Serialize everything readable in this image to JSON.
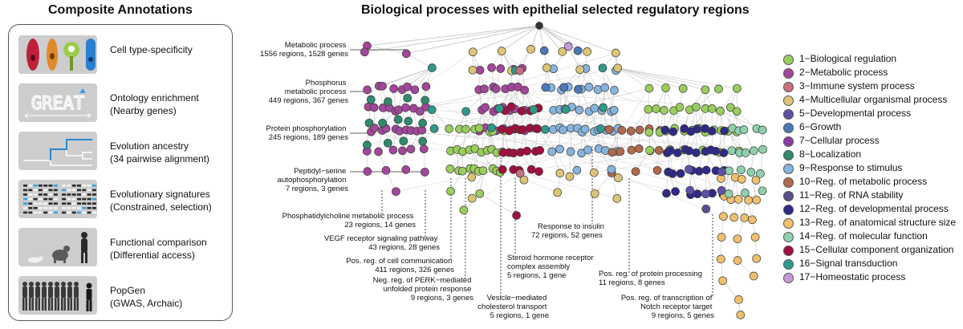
{
  "left_panel": {
    "title": "Composite Annotations",
    "rows": [
      {
        "line1": "Cell type-specificity",
        "line2": ""
      },
      {
        "line1": "Ontology enrichment",
        "line2": "(Nearby genes)"
      },
      {
        "line1": "Evolution ancestry",
        "line2": "(34 pairwise alignment)"
      },
      {
        "line1": "Evolutionary signatures",
        "line2": "(Constrained, selection)"
      },
      {
        "line1": "Functional comparison",
        "line2": "(Differential access)"
      },
      {
        "line1": "PopGen",
        "line2": "(GWAS, Archaic)"
      }
    ],
    "great_logo": "GREAT"
  },
  "right_panel": {
    "title": "Biological processes with epithelial selected regulatory regions"
  },
  "annotations": {
    "metabolic": [
      "Metabolic process",
      "1556 regions, 1528 genes"
    ],
    "phosphorus": [
      "Phosphorus",
      "metabolic process",
      "449 regions, 367 genes"
    ],
    "protein_phos": [
      "Protein phosphorylation",
      "245 regions, 189 genes"
    ],
    "peptidyl": [
      "Peptidyl−serine",
      "autophosphorylation",
      "7 regions, 3 genes"
    ],
    "phosphatidylcholine": [
      "Phosphatidylcholine metabolic process",
      "23 regions, 14 genes"
    ],
    "vegf": [
      "VEGF receptor signaling pathway",
      "43 regions, 28 genes"
    ],
    "cell_comm": [
      "Pos. reg. of cell communication",
      "411 regions, 326 genes"
    ],
    "perk": [
      "Neg. reg. of PERK−mediated",
      "unfolded protein response",
      "9 regions, 3 genes"
    ],
    "vesicle": [
      "Vesicle−mediated",
      "cholesterol transport",
      "5 regions, 1 gene"
    ],
    "steroid": [
      "Steroid hormone receptor",
      "complex assembly",
      "5 regions, 1 gene"
    ],
    "insulin": [
      "Response to insulin",
      "72  regions, 52 genes"
    ],
    "protein_proc": [
      "Pos. reg. of protein processing",
      "11 regions, 8 genes"
    ],
    "notch": [
      "Pos. reg. of transcription of",
      "Notch receptor target",
      "9 regions, 5 genes"
    ]
  },
  "legend": [
    {
      "label": "1−Biological regulation",
      "color": "#9acd5e"
    },
    {
      "label": "2−Metabolic process",
      "color": "#a2479a"
    },
    {
      "label": "3−Immune system process",
      "color": "#c9707e"
    },
    {
      "label": "4−Multicellular organismal process",
      "color": "#dcc477"
    },
    {
      "label": "5−Developmental process",
      "color": "#5e51a3"
    },
    {
      "label": "6−Growth",
      "color": "#4c78b8"
    },
    {
      "label": "7−Cellular process",
      "color": "#8a3fa0"
    },
    {
      "label": "8−Localization",
      "color": "#2f8a70"
    },
    {
      "label": "9−Response to stimulus",
      "color": "#86b4dc"
    },
    {
      "label": "10−Reg. of metabolic process",
      "color": "#b0694e"
    },
    {
      "label": "11−Reg. of RNA stability",
      "color": "#5b4e8c"
    },
    {
      "label": "12−Reg. of developmental process",
      "color": "#2e2a86"
    },
    {
      "label": "13−Reg. of anatomical structure size",
      "color": "#f0c06e"
    },
    {
      "label": "14−Reg. of molecular function",
      "color": "#8fd0ac"
    },
    {
      "label": "15−Cellular component organization",
      "color": "#a0103e"
    },
    {
      "label": "16−Signal transduction",
      "color": "#2f9a8a"
    },
    {
      "label": "17−Homeostatic process",
      "color": "#c79ad6"
    }
  ]
}
